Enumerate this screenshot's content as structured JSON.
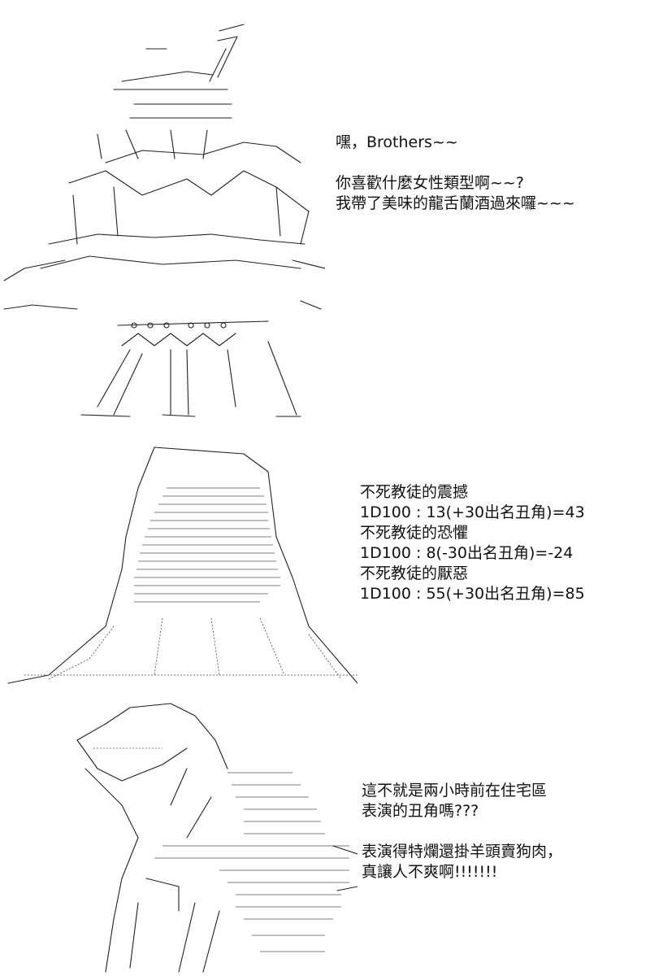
{
  "panels": [
    {
      "dialogue": [
        "嘿，Brothers~~",
        "",
        "你喜歡什麼女性類型啊~~?",
        "我帶了美味的龍舌蘭酒過來囉~~~"
      ]
    },
    {
      "dialogue": [
        "不死教徒的震撼",
        "1D100 : 13(+30出名丑角)=43",
        "不死教徒的恐懼",
        "1D100 : 8(-30出名丑角)=-24",
        "不死教徒的厭惡",
        "1D100 : 55(+30出名丑角)=85"
      ]
    },
    {
      "dialogue": [
        "這不就是兩小時前在住宅區",
        "表演的丑角嗎???",
        "",
        "表演得特爛還掛羊頭賣狗肉，",
        "真讓人不爽啊!!!!!!!"
      ]
    }
  ]
}
